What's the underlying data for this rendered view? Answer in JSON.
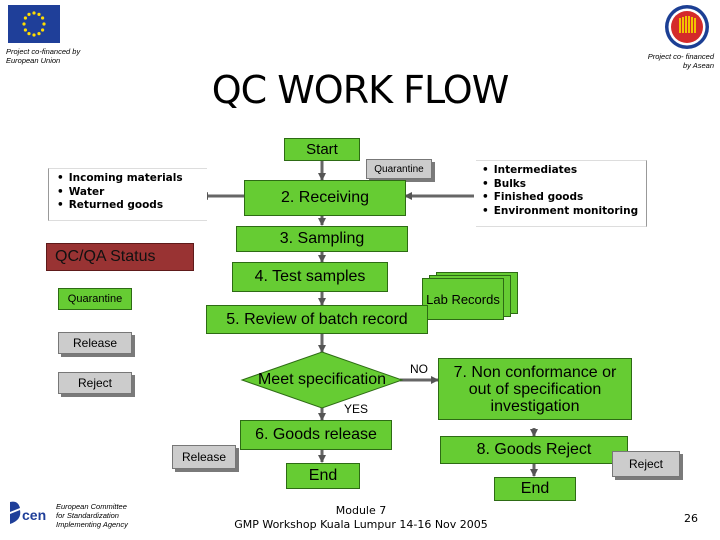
{
  "header": {
    "left_caption": "Project co-financed by European Union",
    "right_caption": "Project co- financed by Asean",
    "title": "QC WORK FLOW"
  },
  "flow": {
    "start": "Start",
    "quarantine_tag": "Quarantine",
    "receiving": "2. Receiving",
    "sampling": "3. Sampling",
    "test_samples": "4. Test samples",
    "review": "5. Review of batch record",
    "lab_records": "Lab Records",
    "meet_spec": "Meet specification",
    "no": "NO",
    "yes": "YES",
    "non_conformance": "7. Non conformance or out of specification investigation",
    "goods_release": "6. Goods release",
    "goods_reject": "8. Goods Reject",
    "release_tag": "Release",
    "reject_tag": "Reject",
    "end_left": "End",
    "end_right": "End"
  },
  "inputs_left": [
    "Incoming materials",
    "Water",
    "Returned goods"
  ],
  "inputs_right": [
    "Intermediates",
    "Bulks",
    "Finished goods",
    "Environment monitoring"
  ],
  "status_panel": {
    "title": "QC/QA Status",
    "quarantine": "Quarantine",
    "release": "Release",
    "reject": "Reject"
  },
  "footer": {
    "org_line1": "European Committee",
    "org_line2": "for Standardization",
    "org_line3": "Implementing Agency",
    "module": "Module 7",
    "workshop": "GMP Workshop Kuala Lumpur 14-16 Nov 2005",
    "page_number": "26"
  }
}
